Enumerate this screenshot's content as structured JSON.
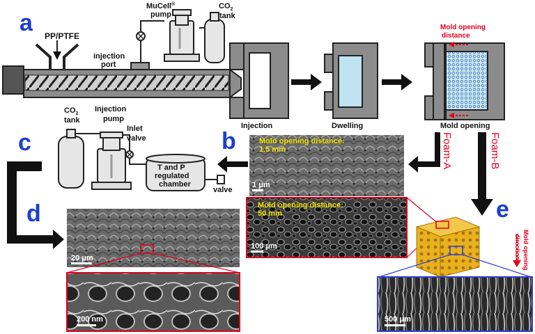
{
  "panels": {
    "a": "a",
    "b": "b",
    "c": "c",
    "d": "d",
    "e": "e"
  },
  "extruder": {
    "material": "PP/PTFE",
    "mucell_pump": "MuCell",
    "mucell_reg": "®",
    "pump_word": "pump",
    "co2_tank_1": "CO",
    "co2_sub": "2",
    "tank_word": "tank",
    "injection_port_1": "injection",
    "injection_port_2": "port"
  },
  "mold_steps": {
    "injection": "Injection",
    "dwelling": "Dwelling",
    "mold_opening": "Mold opening",
    "mold_opening_distance_1": "Mold opening",
    "mold_opening_distance_2": "distance"
  },
  "foams": {
    "foam_a": "Foam-A",
    "foam_b": "Foam-B"
  },
  "sem_b": {
    "caption_1": "Mold opening distance:",
    "caption_2": "1.5 mm",
    "scale": "1 μm"
  },
  "sem_b2": {
    "caption_1": "Mold opening distance:",
    "caption_2": "50 mm",
    "scale": "100 μm"
  },
  "panel_c": {
    "co2": "CO",
    "co2_sub": "2",
    "tank": "tank",
    "injection_pump_1": "Injection",
    "injection_pump_2": "pump",
    "inlet_valve_1": "Inlet",
    "inlet_valve_2": "valve",
    "chamber_1": "T and P",
    "chamber_2": "regulated",
    "chamber_3": "chamber",
    "valve": "valve"
  },
  "sem_d": {
    "scale_top": "20 μm",
    "scale_zoom": "200 nm"
  },
  "panel_e": {
    "direction_1": "Mold opening",
    "direction_2": "direction",
    "scale": "500 μm"
  },
  "colors": {
    "panel_letter": "#1a3fd0",
    "annotation_red": "#e0001a",
    "caption_yellow": "#f1e100",
    "foam_gold": "#e8b21e",
    "mold_fill_blue": "#bfe3f0",
    "zoom_blue": "#2e3bd6"
  }
}
